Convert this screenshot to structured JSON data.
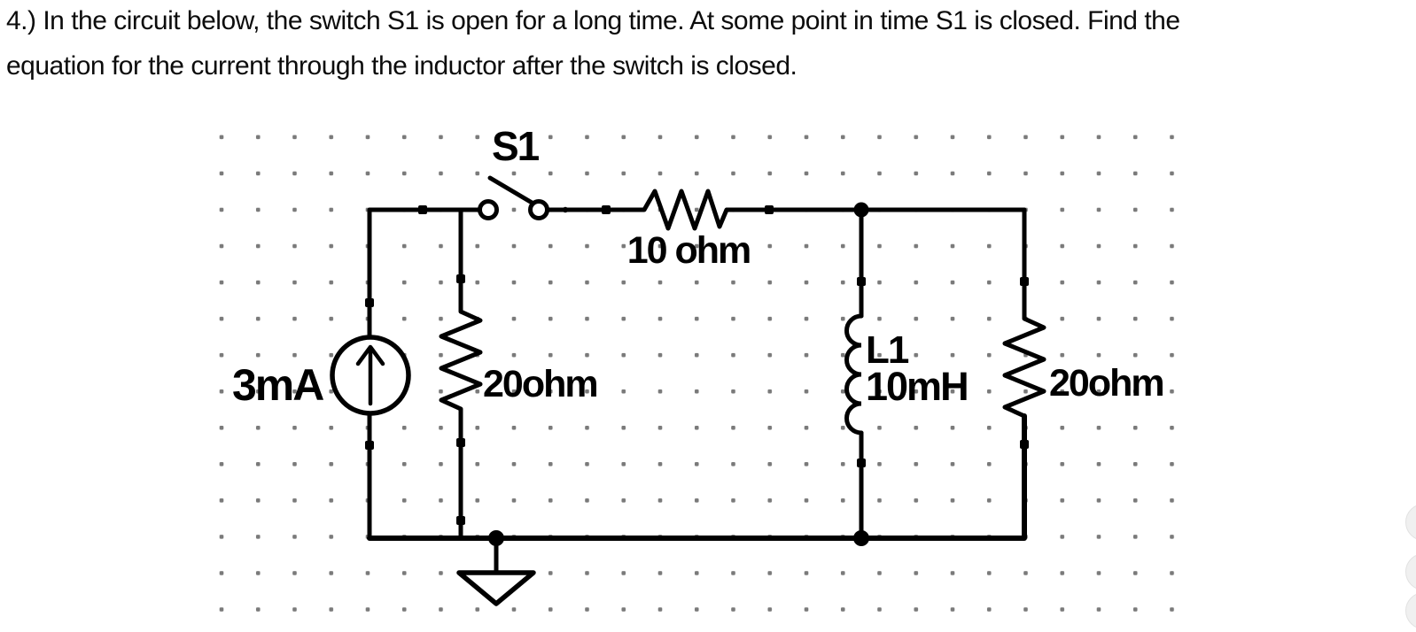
{
  "problem": {
    "lines": [
      "4.) In the circuit below, the switch S1 is open for a long time. At some point in time S1 is closed. Find the",
      "equation for the current through the inductor after the switch is closed."
    ]
  },
  "circuit": {
    "switch": {
      "label": "S1"
    },
    "resistor_top": {
      "label": "10 ohm"
    },
    "current_source": {
      "label": "3mA"
    },
    "resistor_left": {
      "label": "20ohm"
    },
    "inductor": {
      "name": "L1",
      "value": "10mH"
    },
    "resistor_right": {
      "label": "20ohm"
    }
  },
  "colors": {
    "ink": "#000000",
    "grid_dot": "#7a7a7a",
    "background": "#ffffff"
  }
}
